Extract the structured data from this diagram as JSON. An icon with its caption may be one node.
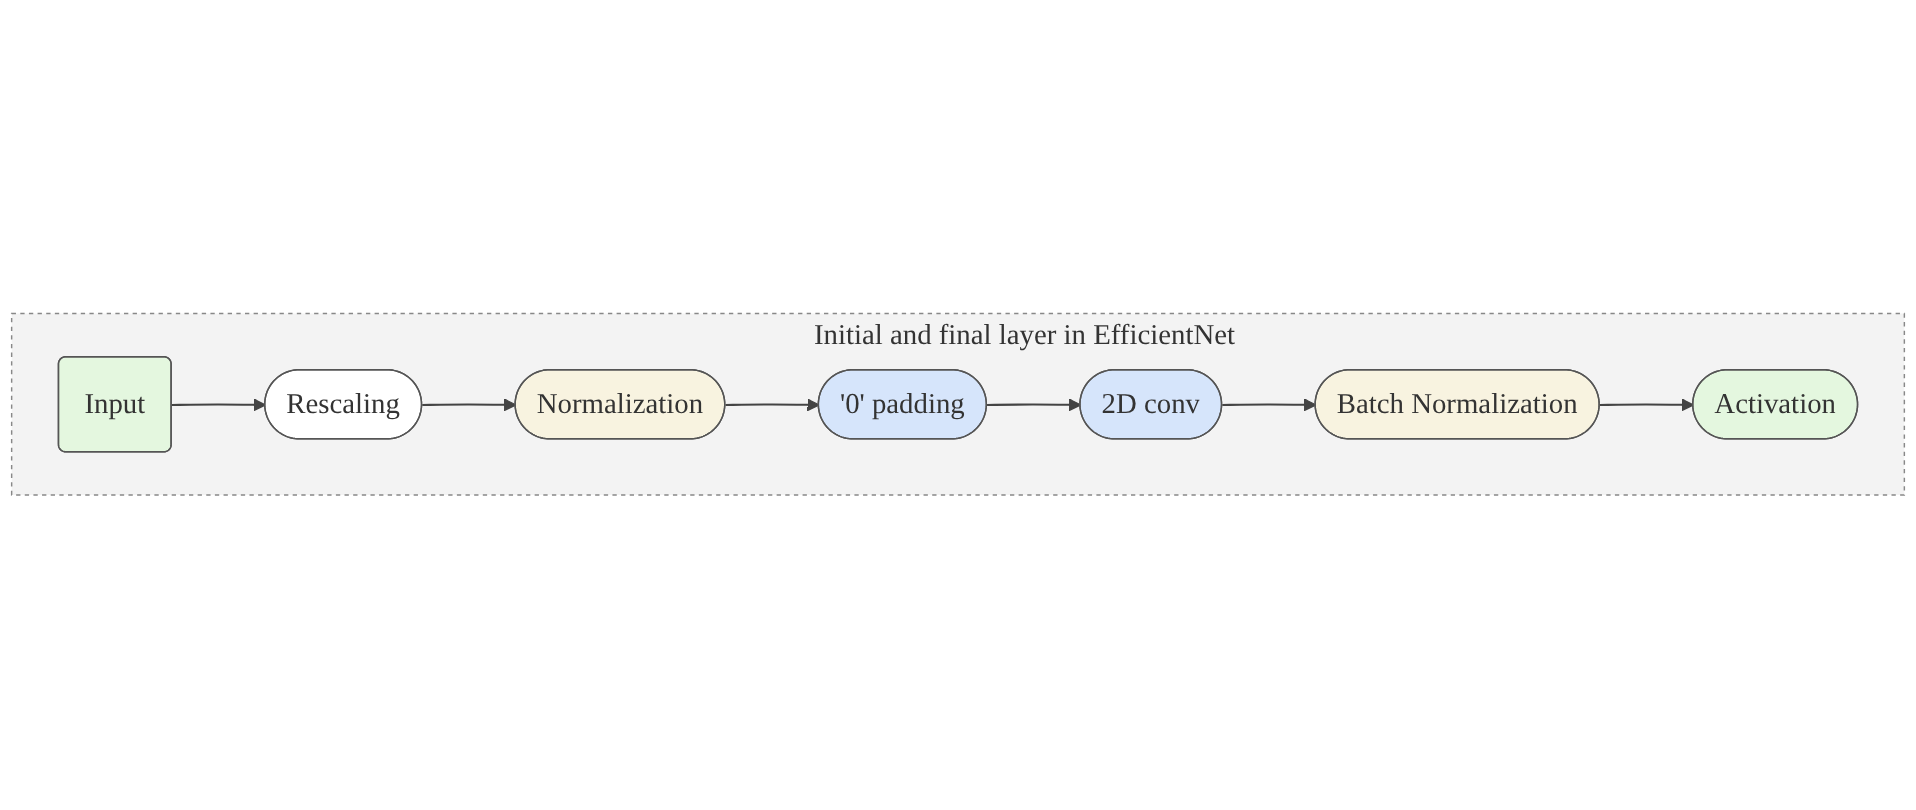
{
  "diagram": {
    "nodes": [
      {
        "text": [
          "Initial and final layer in EfficientNet"
        ]
      },
      {
        "text": [
          "Input"
        ],
        "in": 0
      },
      {
        "text": [
          "Rescaling"
        ],
        "in": 0
      },
      {
        "text": [
          "Normalization"
        ],
        "in": 0
      },
      {
        "text": [
          "'0' padding"
        ],
        "in": 0
      },
      {
        "text": [
          "2D conv"
        ],
        "in": 0
      },
      {
        "text": [
          "Batch Normalization"
        ],
        "in": 0
      },
      {
        "text": [
          "Activation"
        ],
        "in": 0
      }
    ],
    "edges": [
      {
        "from": 1,
        "to": 2,
        "arrow": "to"
      },
      {
        "from": 2,
        "to": 3,
        "arrow": "to"
      },
      {
        "from": 3,
        "to": 4,
        "arrow": "to"
      },
      {
        "from": 4,
        "to": 5,
        "arrow": "to"
      },
      {
        "from": 5,
        "to": 6,
        "arrow": "to"
      },
      {
        "from": 6,
        "to": 7,
        "arrow": "to"
      }
    ]
  }
}
